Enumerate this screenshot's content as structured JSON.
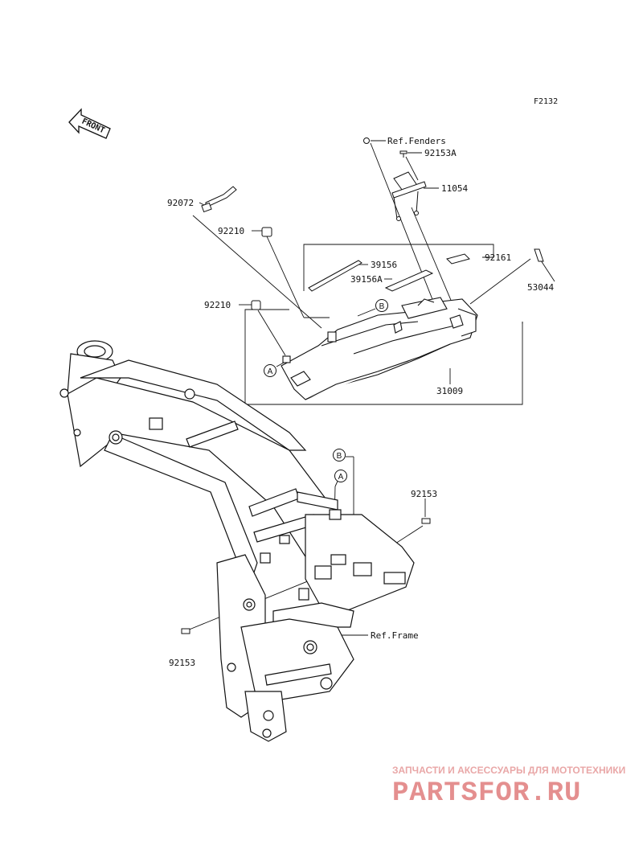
{
  "diagram_code": "F2132",
  "front_label": "FRONT",
  "labels": {
    "ref_fenders": "Ref.Fenders",
    "p92153A": "92153A",
    "p11054": "11054",
    "p92072": "92072",
    "p92210_top": "92210",
    "p39156": "39156",
    "p39156A": "39156A",
    "p92161": "92161",
    "p53044": "53044",
    "p92210_mid": "92210",
    "p31009": "31009",
    "p92153_right": "92153",
    "ref_frame": "Ref.Frame",
    "p92153_left": "92153"
  },
  "markers": {
    "a": "A",
    "b": "B"
  },
  "watermark": {
    "tagline": "ЗАПЧАСТИ И АКСЕССУАРЫ ДЛЯ МОТОТЕХНИКИ",
    "brand": "PARTSFOR.RU"
  }
}
